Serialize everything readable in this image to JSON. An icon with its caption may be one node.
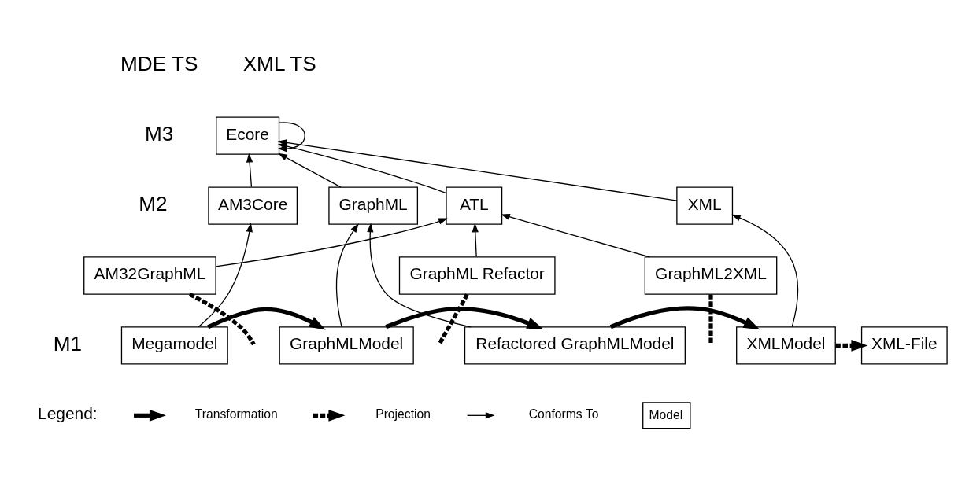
{
  "diagram": {
    "nodes": [
      {
        "text": [
          "Ecore"
        ]
      },
      {
        "text": [
          "AM3Core"
        ]
      },
      {
        "text": [
          "GraphML"
        ]
      },
      {
        "text": [
          "ATL"
        ]
      },
      {
        "text": [
          "XML"
        ]
      },
      {
        "text": [
          "AM32GraphML"
        ]
      },
      {
        "text": [
          "GraphML Refactor"
        ]
      },
      {
        "text": [
          "GraphML2XML"
        ]
      },
      {
        "text": [
          "Megamodel"
        ]
      },
      {
        "text": [
          "GraphMLModel"
        ]
      },
      {
        "text": [
          "Refactored GraphMLModel"
        ]
      },
      {
        "text": [
          "XMLModel"
        ]
      },
      {
        "text": [
          "XML-File"
        ]
      }
    ],
    "edges": [
      {
        "from": 0,
        "to": 0,
        "arrow": "to"
      },
      {
        "from": 1,
        "to": 0,
        "arrow": "to"
      },
      {
        "from": 2,
        "to": 0,
        "arrow": "to"
      },
      {
        "from": 3,
        "to": 0,
        "arrow": "to"
      },
      {
        "from": 4,
        "to": 0,
        "arrow": "to"
      },
      {
        "from": 8,
        "to": 1,
        "arrow": "to"
      },
      {
        "from": 5,
        "to": 3,
        "arrow": "to"
      },
      {
        "from": 6,
        "to": 3,
        "arrow": "to"
      },
      {
        "from": 7,
        "to": 3,
        "arrow": "to"
      },
      {
        "from": 9,
        "to": 2,
        "arrow": "to"
      },
      {
        "from": 10,
        "to": 2,
        "arrow": "to"
      },
      {
        "from": 11,
        "to": 4,
        "arrow": "to"
      },
      {
        "from": 8,
        "to": 9,
        "arrow": "to",
        "style": "thick"
      },
      {
        "from": 9,
        "to": 10,
        "arrow": "to",
        "style": "thick"
      },
      {
        "from": 10,
        "to": 11,
        "arrow": "to",
        "style": "thick"
      },
      {
        "from": 11,
        "to": 12,
        "arrow": "to",
        "style": "dashed"
      },
      {
        "from": 5,
        "to": null,
        "arrow": "none",
        "style": "dashed"
      },
      {
        "from": 6,
        "to": null,
        "arrow": "none",
        "style": "dashed"
      },
      {
        "from": 7,
        "to": null,
        "arrow": "none",
        "style": "dashed"
      }
    ],
    "labels": [
      "MDE TS",
      "XML TS",
      "M3",
      "M2",
      "M1",
      "Legend:"
    ],
    "legend": [
      {
        "text": "Transformation"
      },
      {
        "text": "Projection"
      },
      {
        "text": "Conforms To"
      },
      {
        "text": "Model"
      }
    ]
  }
}
